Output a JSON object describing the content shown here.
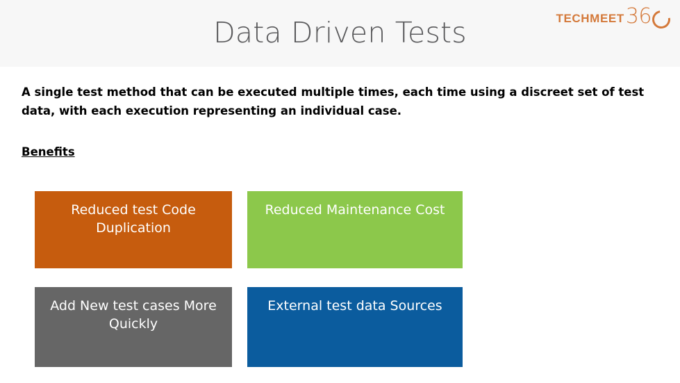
{
  "header": {
    "title": "Data Driven Tests",
    "background_color": "#f7f7f7",
    "title_color": "#59595b",
    "logo": {
      "word": "TECHMEET",
      "number": "36",
      "ring_glyph": "0",
      "color": "#d4793a"
    }
  },
  "body": {
    "intro": "A single test method that can be executed multiple times, each time using a discreet set of test data, with each execution representing an individual case.",
    "benefits_heading": "Benefits"
  },
  "benefits": [
    {
      "label": "Reduced test Code Duplication",
      "color": "#c65c0e"
    },
    {
      "label": "Reduced Maintenance Cost",
      "color": "#8cc84b"
    },
    {
      "label": "Add New test cases More Quickly",
      "color": "#666666"
    },
    {
      "label": "External test data Sources",
      "color": "#0b5c9e"
    }
  ]
}
